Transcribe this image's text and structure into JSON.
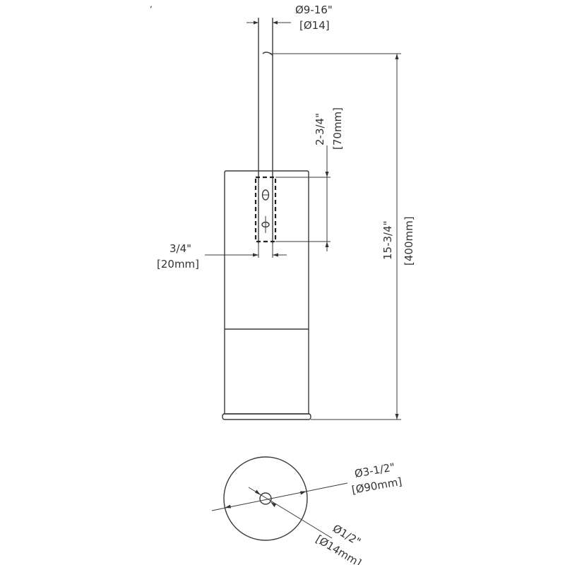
{
  "dimensions": {
    "rod_diameter_in": "Ø9-16\"",
    "rod_diameter_mm": "[Ø14]",
    "mount_spacing_in": "2-3/4\"",
    "mount_spacing_mm": "[70mm]",
    "total_height_in": "15-3/4\"",
    "total_height_mm": "[400mm]",
    "rod_width_in": "3/4\"",
    "rod_width_mm": "[20mm]",
    "base_diameter_in": "Ø3-1/2\"",
    "base_diameter_mm": "[Ø90mm]",
    "hole_diameter_in": "Ø1/2\"",
    "hole_diameter_mm": "[Ø14mm]"
  },
  "colors": {
    "line": "#3a3a3a",
    "background": "#ffffff"
  }
}
